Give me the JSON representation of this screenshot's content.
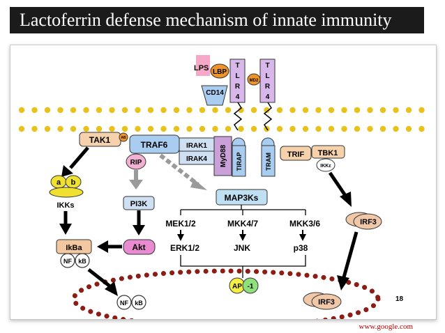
{
  "slide": {
    "title": "Lactoferrin defense mechanism of innate immunity",
    "page_number": "18",
    "source": "www.google.com"
  },
  "receptor": {
    "lps": "LPS",
    "lbp": "LBP",
    "cd14": "CD14",
    "md2": "MD2",
    "tlr4_letters": [
      "T",
      "L",
      "R",
      "4"
    ]
  },
  "adaptors": {
    "tak1": "TAK1",
    "ab": "AB",
    "traf6": "TRAF6",
    "irak1": "IRAK1",
    "irak4": "IRAK4",
    "myd88": "MyD88",
    "tirap": "TIRAP",
    "tram": "TRAM",
    "trif": "TRIF",
    "tbk1": "TBK1",
    "ikke": "IKKε"
  },
  "pathway": {
    "rip": "RIP",
    "pi3k": "PI3K",
    "akt": "Akt",
    "ikk_a": "a",
    "ikk_b": "b",
    "ikks": "IKKs",
    "ikba": "IkBa",
    "nf": "NF",
    "kb": "kB",
    "map3ks": "MAP3Ks",
    "mek12": "MEK1/2",
    "mkk47": "MKK4/7",
    "mkk36": "MKK3/6",
    "erk12": "ERK1/2",
    "jnk": "JNK",
    "p38": "p38",
    "irf3": "IRF3",
    "irf3_nuc": "IRF3",
    "ap": "AP",
    "ap1": "-1",
    "nf_nuc": "NF",
    "kb_nuc": "kB"
  },
  "colors": {
    "membrane": "#e8c21a",
    "nucleus": "#8b1d14",
    "tlr4": "#d8b8ea",
    "tak1": "#f5d2ac",
    "traf6": "#a8cdf0",
    "irak": "#cfe0f2",
    "myd88": "#caa0d8",
    "rip": "#f2b0d2",
    "akt": "#e98bd0",
    "ikk": "#f0e030",
    "ikba": "#f3c8a0",
    "map3ks": "#bfe0f2",
    "irf3": "#f0c8a8",
    "ap": "#f4ef40",
    "ap1": "#8ee07a",
    "lps": "#f7a8c8",
    "lbp": "#ef9428"
  }
}
